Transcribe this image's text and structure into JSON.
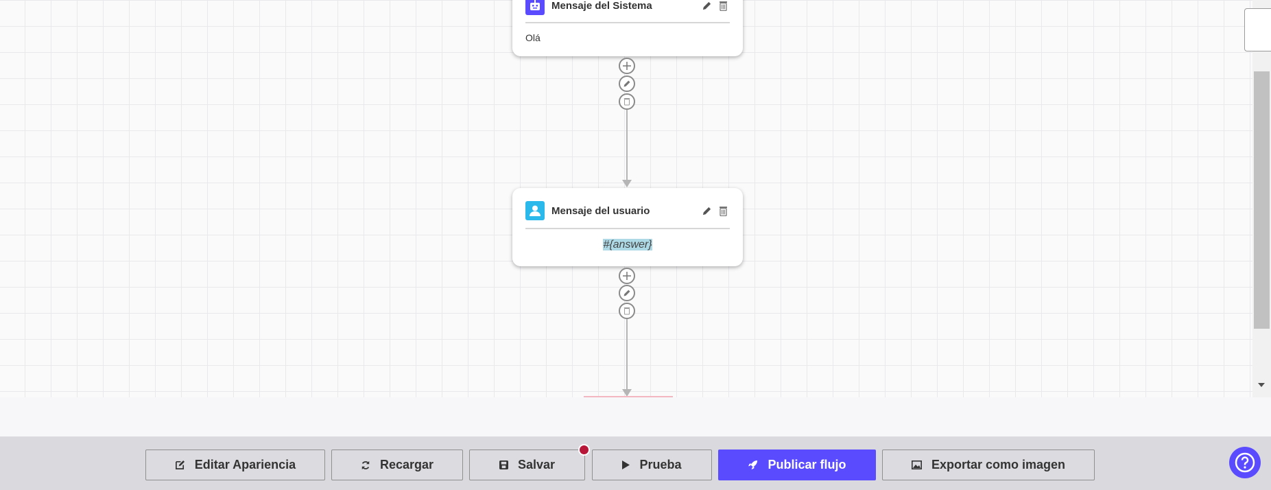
{
  "nodes": [
    {
      "title": "Mensaje del Sistema",
      "icon": "robot-icon",
      "icon_color": "#5b4bff",
      "body": "Olá"
    },
    {
      "title": "Mensaje del usuario",
      "icon": "user-icon",
      "icon_color": "#2bb9ec",
      "body": "#{answer}"
    }
  ],
  "toolbar": {
    "edit_appearance": "Editar Apariencia",
    "reload": "Recargar",
    "save": "Salvar",
    "test": "Prueba",
    "publish": "Publicar flujo",
    "export": "Exportar como imagen"
  },
  "colors": {
    "accent": "#5b4bff",
    "unsaved_dot": "#b8173a",
    "highlight": "#add8e6"
  }
}
